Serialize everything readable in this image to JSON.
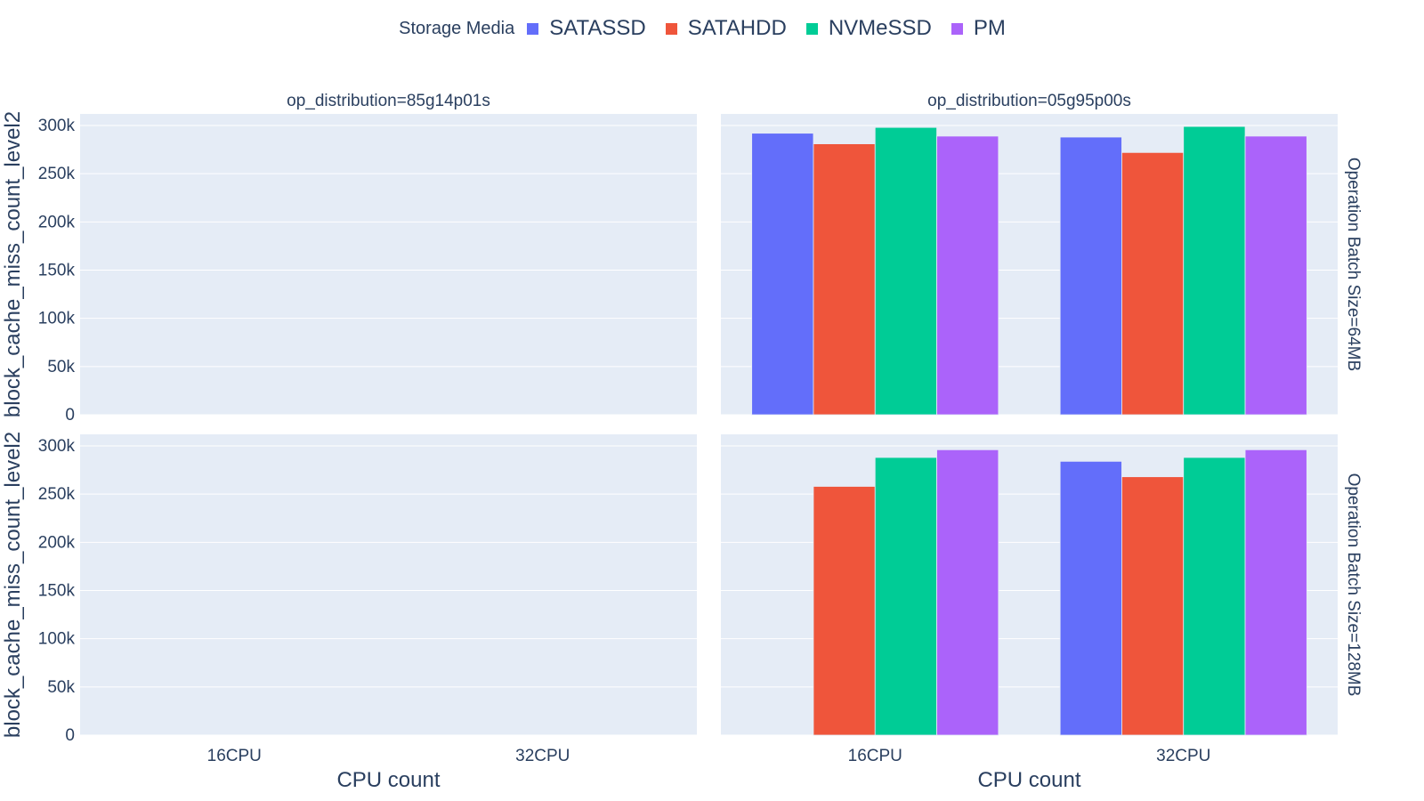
{
  "chart_data": {
    "type": "bar",
    "legend": {
      "title": "Storage Media",
      "position": "top-center"
    },
    "series": [
      {
        "name": "SATASSD",
        "color": "#636efa"
      },
      {
        "name": "SATAHDD",
        "color": "#ef553b"
      },
      {
        "name": "NVMeSSD",
        "color": "#00cc96"
      },
      {
        "name": "PM",
        "color": "#ab63fa"
      }
    ],
    "categories": [
      "16CPU",
      "32CPU"
    ],
    "xlabel": "CPU count",
    "ylabel": "block_cache_miss_count_level2",
    "ylim": [
      0,
      312000
    ],
    "yticks": [
      {
        "value": 0,
        "label": "0"
      },
      {
        "value": 50000,
        "label": "50k"
      },
      {
        "value": 100000,
        "label": "100k"
      },
      {
        "value": 150000,
        "label": "150k"
      },
      {
        "value": 200000,
        "label": "200k"
      },
      {
        "value": 250000,
        "label": "250k"
      },
      {
        "value": 300000,
        "label": "300k"
      }
    ],
    "grid": true,
    "column_facets": [
      "op_distribution=85g14p01s",
      "op_distribution=05g95p00s"
    ],
    "row_facets": [
      "Operation Batch Size=64MB",
      "Operation Batch Size=128MB"
    ],
    "panels": [
      {
        "row": 0,
        "col": 0,
        "values": {
          "SATASSD": [
            null,
            null
          ],
          "SATAHDD": [
            null,
            null
          ],
          "NVMeSSD": [
            null,
            null
          ],
          "PM": [
            null,
            null
          ]
        }
      },
      {
        "row": 0,
        "col": 1,
        "values": {
          "SATASSD": [
            292000,
            288000
          ],
          "SATAHDD": [
            281000,
            272000
          ],
          "NVMeSSD": [
            298000,
            299000
          ],
          "PM": [
            289000,
            289000
          ]
        }
      },
      {
        "row": 1,
        "col": 0,
        "values": {
          "SATASSD": [
            null,
            null
          ],
          "SATAHDD": [
            null,
            null
          ],
          "NVMeSSD": [
            null,
            null
          ],
          "PM": [
            null,
            null
          ]
        }
      },
      {
        "row": 1,
        "col": 1,
        "values": {
          "SATASSD": [
            null,
            284000
          ],
          "SATAHDD": [
            258000,
            268000
          ],
          "NVMeSSD": [
            288000,
            288000
          ],
          "PM": [
            296000,
            296000
          ]
        }
      }
    ]
  }
}
